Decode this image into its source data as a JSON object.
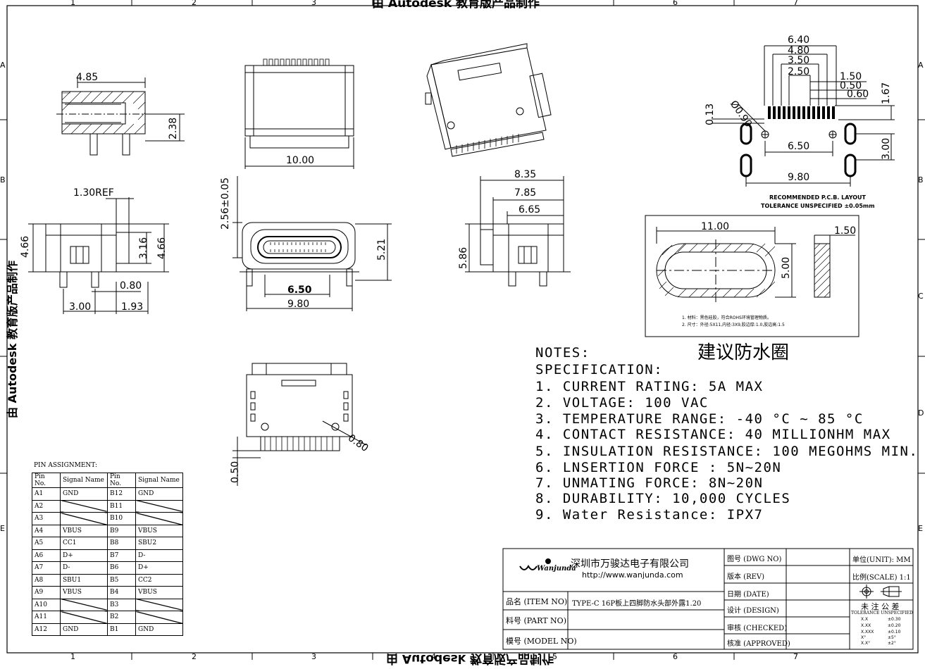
{
  "header_text": "由 Autodesk 教育版产品制作",
  "footer_text": "由 Autodesk 教育版产品制作",
  "zones": {
    "cols": [
      "1",
      "2",
      "3",
      "4",
      "5",
      "6",
      "7"
    ],
    "rows": [
      "A",
      "B",
      "C",
      "D",
      "E"
    ]
  },
  "dims": {
    "side_485": "4.85",
    "side_238": "2.38",
    "top_1000": "10.00",
    "d640": "6.40",
    "d480": "4.80",
    "d350": "3.50",
    "d250": "2.50",
    "d150": "1.50",
    "d050": "0.50",
    "d060": "0.60",
    "d167": "1.67",
    "d013": "0.13",
    "d090": "Ø0.90",
    "d650a": "6.50",
    "d300a": "3.00",
    "d980a": "9.80",
    "pcb_title": "RECOMMENDED   P.C.B. LAYOUT",
    "pcb_tol": "TOLERANCE UNSPECIFIED ±0.05mm",
    "ref130": "1.30REF",
    "d466a": "4.66",
    "d316": "3.16",
    "d466b": "4.66",
    "d080": "0.80",
    "d300b": "3.00",
    "d193": "1.93",
    "d256": "2.56±0.05",
    "d521": "5.21",
    "d650b": "6.50",
    "d980b": "9.80",
    "d835": "8.35",
    "d785": "7.85",
    "d665": "6.65",
    "d586": "5.86",
    "ring_11": "11.00",
    "ring_150": "1.50",
    "ring_500": "5.00",
    "ring_note1": "1. 材料：黑色硅胶，符合ROHS环境管理物质。",
    "ring_note2": "2. 尺寸：外径:5X11,内径:3X9,胶边厚:1.0,胶边高:1.5",
    "ring_title": "建议防水圈",
    "d050b": "0.50",
    "d080b": "0.80"
  },
  "notes": {
    "title": "NOTES:",
    "spec": "SPECIFICATION:",
    "items": [
      "1. CURRENT RATING: 5A MAX",
      "2. VOLTAGE: 100 VAC",
      "3. TEMPERATURE RANGE: -40 °C ~ 85 °C",
      "4. CONTACT RESISTANCE: 40 MILLIONHM MAX",
      "5. INSULATION RESISTANCE: 100 MEGOHMS MIN.",
      "6. LNSERTION FORCE : 5N~20N",
      "7. UNMATING FORCE: 8N~20N",
      "8. DURABILITY:  10,000 CYCLES",
      "9. Water Resistance: IPX7"
    ]
  },
  "pin_table": {
    "title": "PIN ASSIGNMENT:",
    "headers": [
      "Pin No.",
      "Signal Name",
      "Pin No.",
      "Signal Name"
    ],
    "rows": [
      [
        "A1",
        "GND",
        "B12",
        "GND"
      ],
      [
        "A2",
        "",
        "B11",
        ""
      ],
      [
        "A3",
        "",
        "B10",
        ""
      ],
      [
        "A4",
        "VBUS",
        "B9",
        "VBUS"
      ],
      [
        "A5",
        "CC1",
        "B8",
        "SBU2"
      ],
      [
        "A6",
        "D+",
        "B7",
        "D-"
      ],
      [
        "A7",
        "D-",
        "B6",
        "D+"
      ],
      [
        "A8",
        "SBU1",
        "B5",
        "CC2"
      ],
      [
        "A9",
        "VBUS",
        "B4",
        "VBUS"
      ],
      [
        "A10",
        "",
        "B3",
        ""
      ],
      [
        "A11",
        "",
        "B2",
        ""
      ],
      [
        "A12",
        "GND",
        "B1",
        "GND"
      ]
    ]
  },
  "title_block": {
    "logo": "Wanjunda",
    "company": "深圳市万骏达电子有限公司",
    "url": "http://www.wanjunda.com",
    "item_no_label": "品名 (ITEM NO)",
    "item_no_value": "TYPE-C 16P板上四脚防水头部外露1.20",
    "part_no_label": "料号 (PART NO)",
    "model_no_label": "模号 (MODEL NO)",
    "dwg_no_label": "图号 (DWG NO)",
    "rev_label": "版本 (REV)",
    "date_label": "日期 (DATE)",
    "design_label": "设计 (DESIGN)",
    "checked_label": "审核 (CHECKED)",
    "approved_label": "核准 (APPROVED)",
    "unit_label": "单位(UNIT): MM",
    "scale_label": "比例(SCALE) 1:1",
    "tol_title": "未 注 公 差",
    "tol_sub": "TOLERANCE UNSPECIFIED",
    "tol_rows": [
      [
        "X.X",
        "±0.30"
      ],
      [
        "X.XX",
        "±0.20"
      ],
      [
        "X.XXX",
        "±0.10"
      ],
      [
        "X°",
        "±5°"
      ],
      [
        "X.X°",
        "±2°"
      ]
    ]
  }
}
